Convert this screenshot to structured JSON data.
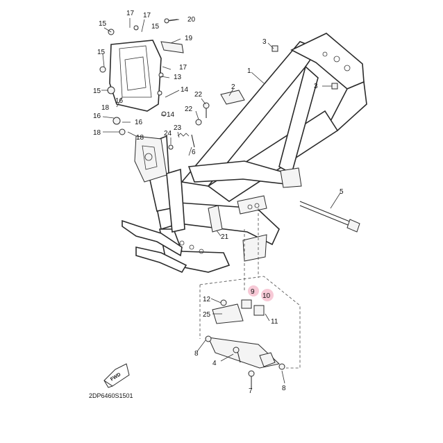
{
  "diagram_code": "2DP6460S1501",
  "fwd_label": "FWD",
  "highlight_color": "#f7c9d6",
  "callouts": {
    "c1": "1",
    "c2": "2",
    "c3a": "3",
    "c3b": "3",
    "c4": "4",
    "c5": "5",
    "c6": "6",
    "c7": "7",
    "c8a": "8",
    "c8b": "8",
    "c9": "9",
    "c10": "10",
    "c11": "11",
    "c12": "12",
    "c13": "13",
    "c14a": "14",
    "c14b": "14",
    "c15a": "15",
    "c15b": "15",
    "c15c": "15",
    "c15d": "15",
    "c16a": "16",
    "c16b": "16",
    "c16c": "16",
    "c17a": "17",
    "c17b": "17",
    "c17c": "17",
    "c18a": "18",
    "c18b": "18",
    "c18c": "18",
    "c19": "19",
    "c20": "20",
    "c21": "21",
    "c22a": "22",
    "c22b": "22",
    "c23": "23",
    "c24": "24",
    "c25": "25"
  }
}
